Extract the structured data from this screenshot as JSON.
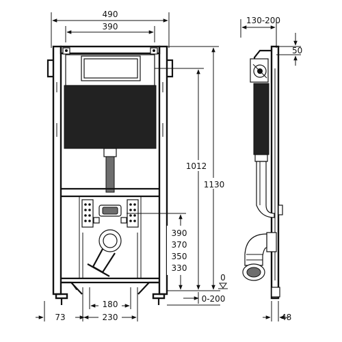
{
  "dimensions": {
    "frame_width": "490",
    "fixing_spacing": "390",
    "depth_range": "130-200",
    "top_offset": "50",
    "height_inner": "1012",
    "height_total": "1130",
    "outlet_heights": [
      "390",
      "370",
      "350",
      "330"
    ],
    "floor_reference": "0",
    "foot_adjust_range": "0-200",
    "outlet_spacing": "180",
    "foot_spacing": "230",
    "side_offset": "73",
    "rear_offset": "48"
  }
}
